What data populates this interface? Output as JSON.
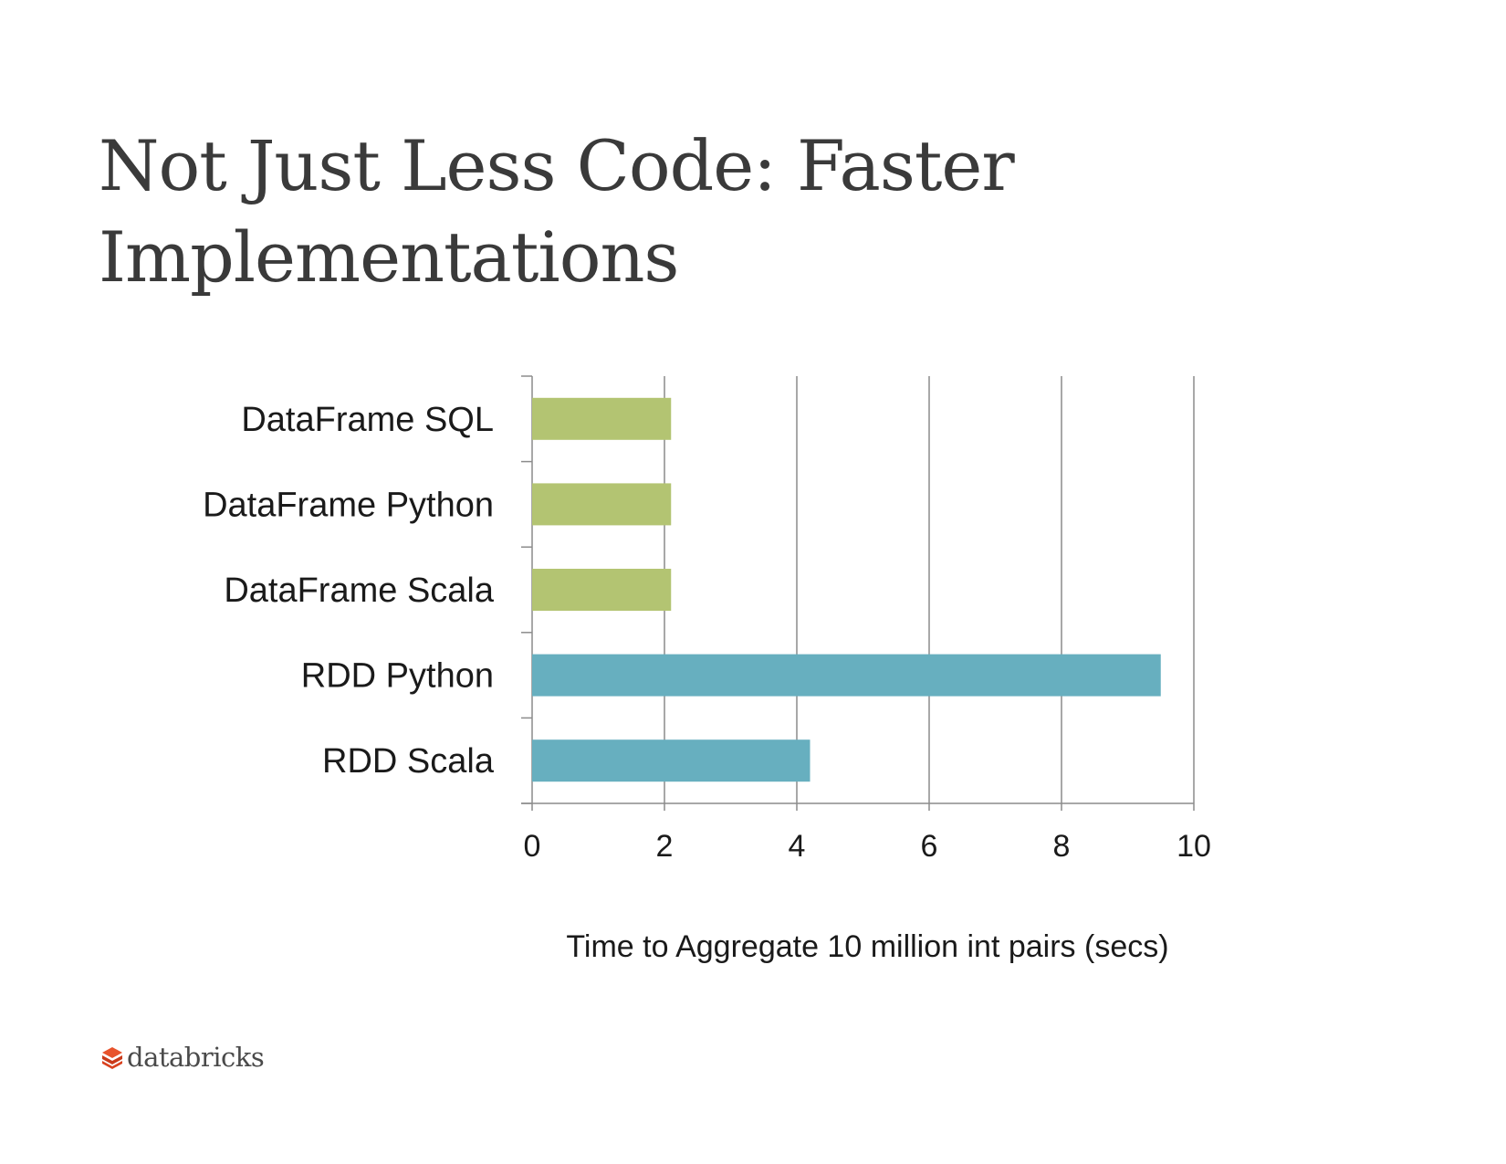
{
  "slide": {
    "title": "Not Just Less Code: Faster Implementations",
    "logo_text": "databricks"
  },
  "colors": {
    "dataframe": "#b3c472",
    "rdd": "#67afbf",
    "grid": "#8c8c8c",
    "text": "#1a1a1a",
    "logo_red": "#d9411e"
  },
  "chart_data": {
    "type": "bar",
    "orientation": "horizontal",
    "categories": [
      "DataFrame SQL",
      "DataFrame Python",
      "DataFrame Scala",
      "RDD Python",
      "RDD Scala"
    ],
    "values": [
      2.1,
      2.1,
      2.1,
      9.5,
      4.2
    ],
    "series_colors": [
      "dataframe",
      "dataframe",
      "dataframe",
      "rdd",
      "rdd"
    ],
    "xlabel": "Time to Aggregate 10 million int pairs (secs)",
    "xlim": [
      0,
      10
    ],
    "xticks": [
      "0",
      "2",
      "4",
      "6",
      "8",
      "10"
    ],
    "grid": true
  }
}
